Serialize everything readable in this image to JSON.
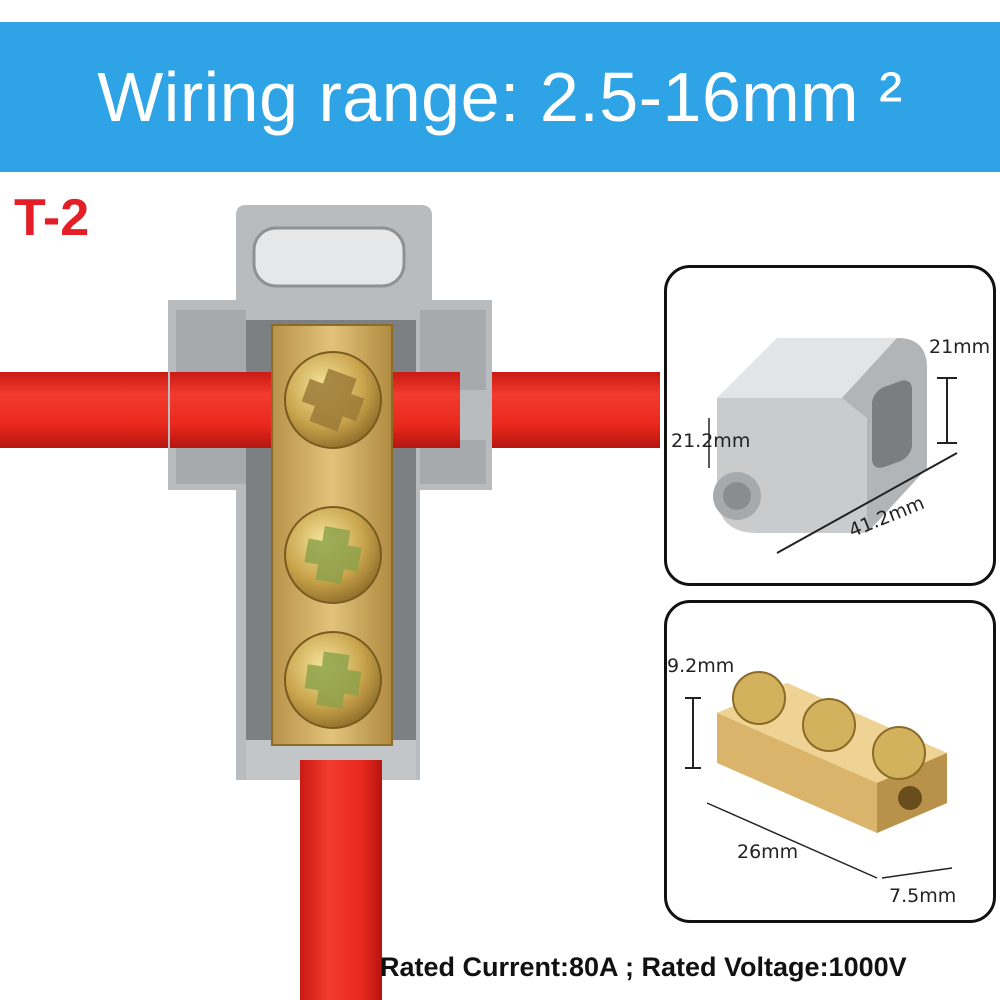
{
  "banner": {
    "title": "Wiring range: 2.5-16mm ²",
    "color": "#2ea3e6"
  },
  "model": {
    "label": "T-2",
    "color": "#e41e26"
  },
  "inset_housing": {
    "dims": {
      "height": "21mm",
      "width": "21.2mm",
      "length": "41.2mm"
    }
  },
  "inset_brass": {
    "dims": {
      "height": "9.2mm",
      "length": "26mm",
      "width": "7.5mm"
    }
  },
  "specs": {
    "text": "Rated Current:80A ; Rated Voltage:1000V"
  }
}
